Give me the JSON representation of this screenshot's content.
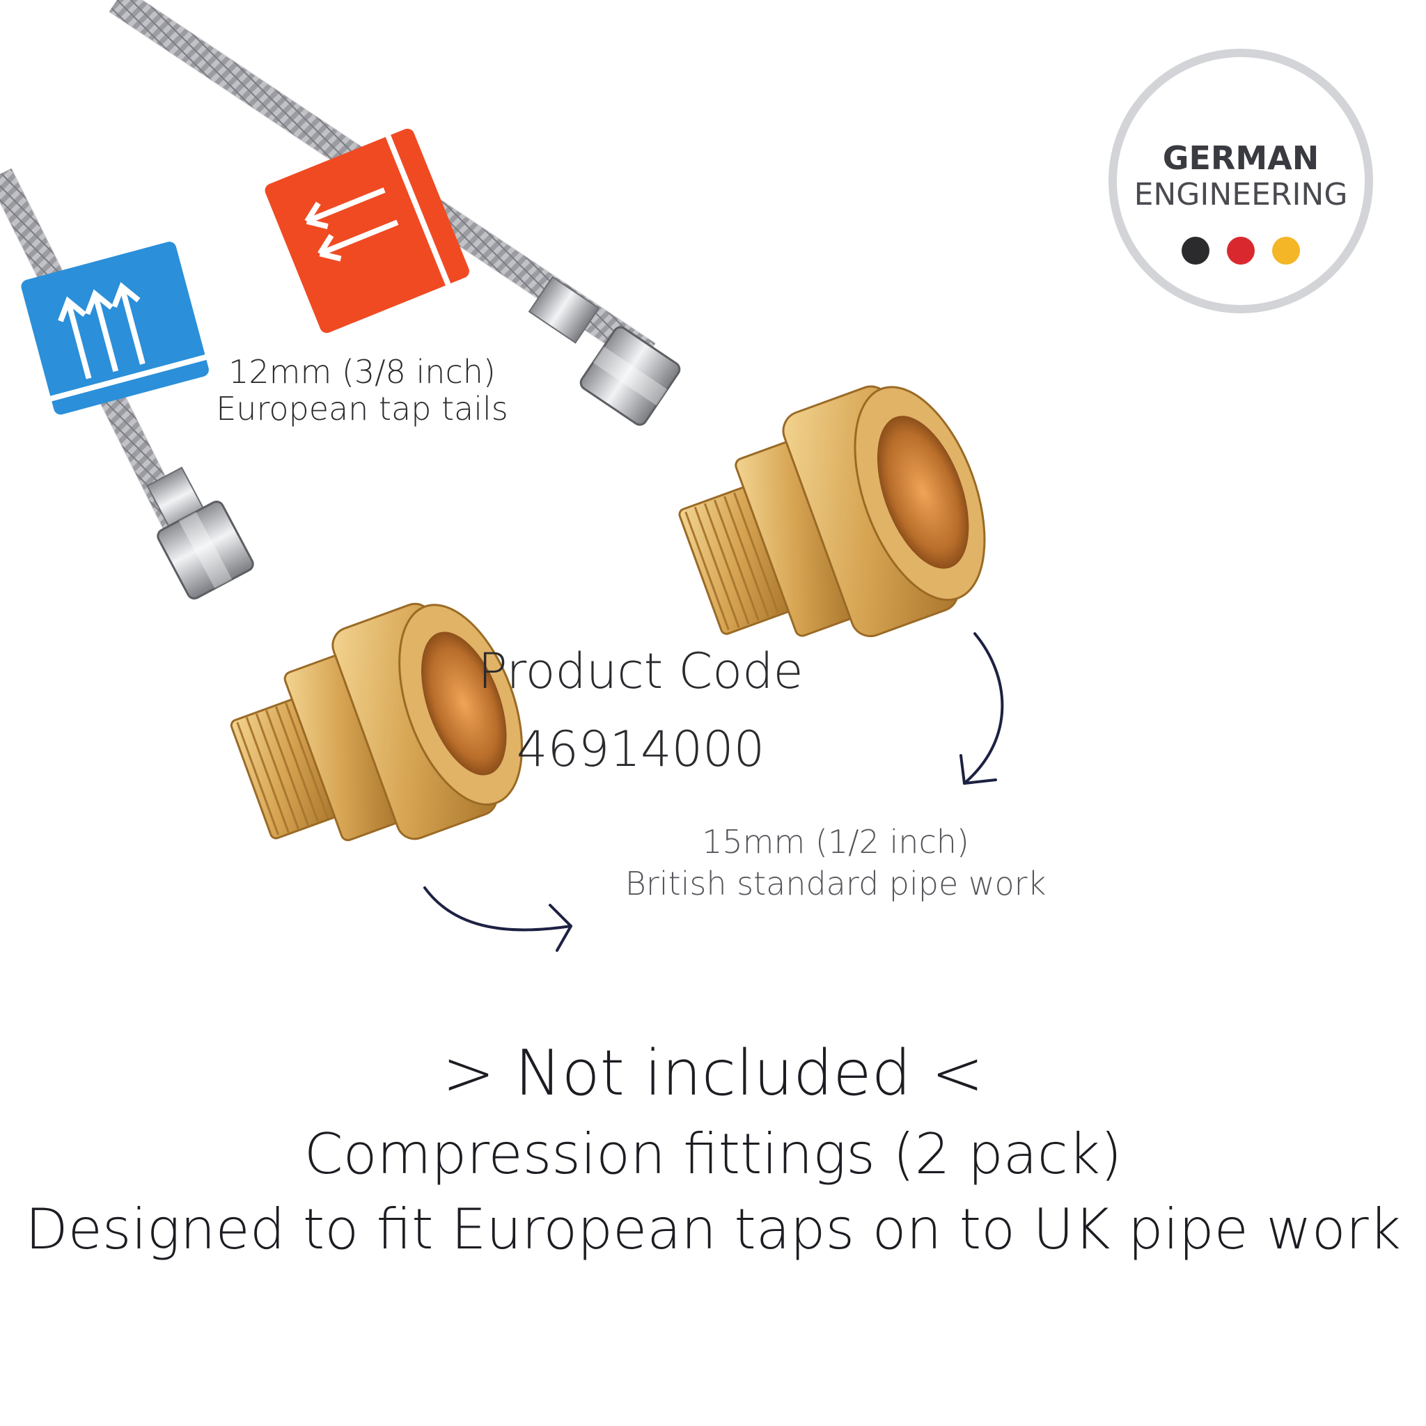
{
  "labels": {
    "tap_tails_line1": "12mm (3/8 inch)",
    "tap_tails_line2": "European tap tails",
    "product_code_label": "Product Code",
    "product_code": "46914000",
    "pipe_line1": "15mm (1/2 inch)",
    "pipe_line2": "British standard pipe work"
  },
  "badge": {
    "line1": "GERMAN",
    "line2": "ENGINEERING",
    "colors": [
      "#2b2b2e",
      "#d9292e",
      "#f4b526"
    ]
  },
  "footer": {
    "line1": "> Not included <",
    "line2": "Compression fittings (2 pack)",
    "line3": "Designed to fit European taps on to UK pipe work"
  },
  "colors": {
    "hot_label": "#f04a23",
    "cold_label": "#2b8fd9",
    "brass": "#d4a04c",
    "arrow": "#1d2142"
  }
}
